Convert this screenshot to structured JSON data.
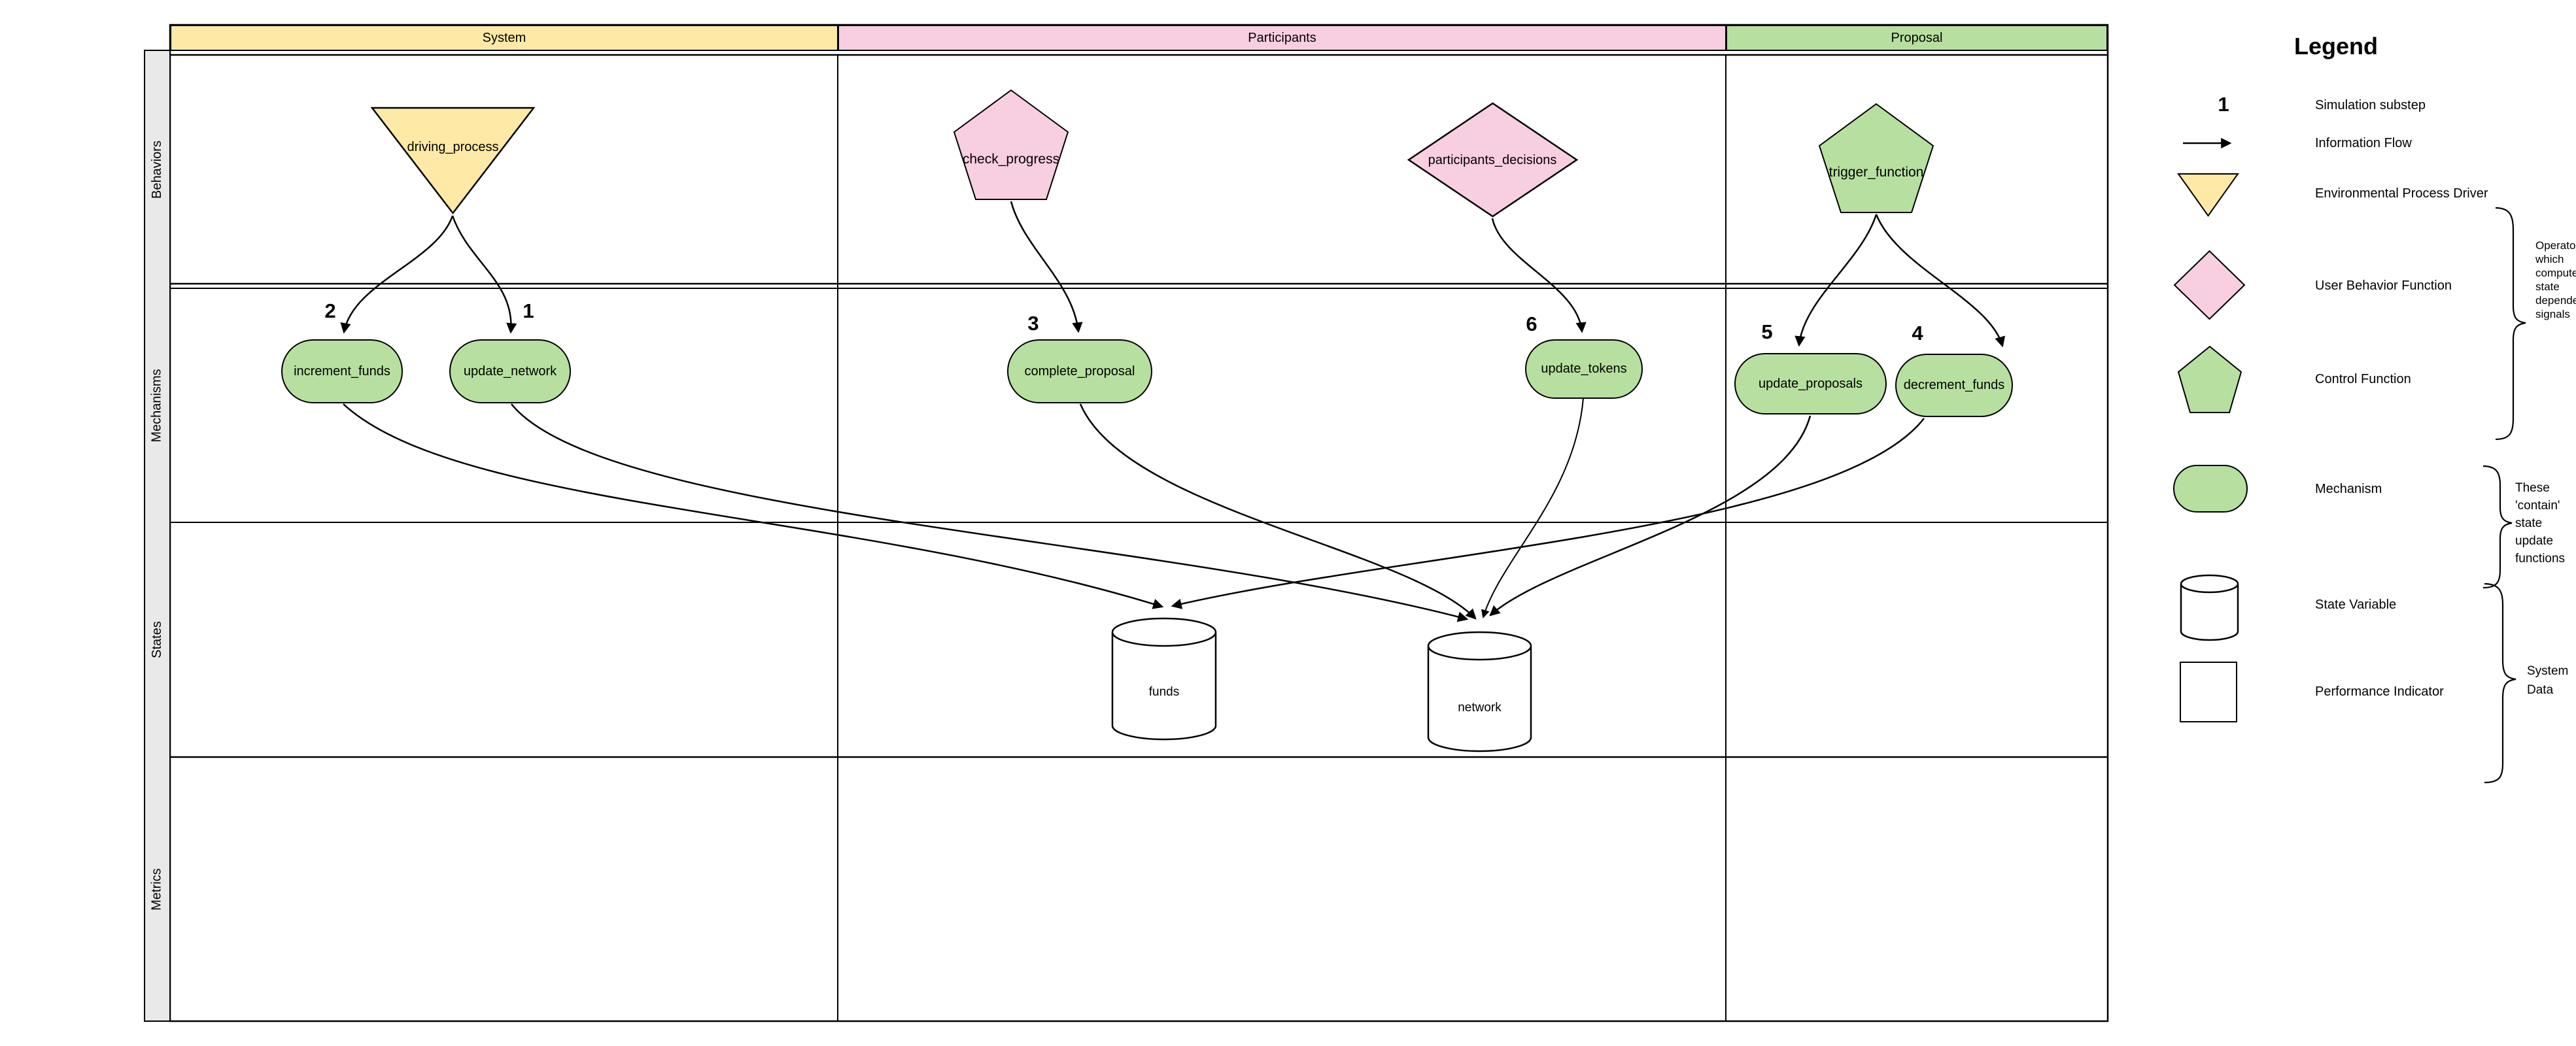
{
  "header": {
    "columns": [
      {
        "label": "System",
        "color": "#FFE9A7"
      },
      {
        "label": "Participants",
        "color": "#F8CEE1"
      },
      {
        "label": "Proposal",
        "color": "#B7E0A0"
      }
    ]
  },
  "rows": [
    {
      "label": "Behaviors"
    },
    {
      "label": "Mechanisms"
    },
    {
      "label": "States"
    },
    {
      "label": "Metrics"
    }
  ],
  "nodes": {
    "behaviors": [
      {
        "label": "driving_process",
        "shape": "triangle-down",
        "column": "System",
        "color": "#FFE9A7"
      },
      {
        "label": "check_progress",
        "shape": "pentagon",
        "column": "Participants",
        "color": "#F8CEE1"
      },
      {
        "label": "participants_decisions",
        "shape": "diamond",
        "column": "Participants",
        "color": "#F8CEE1"
      },
      {
        "label": "trigger_function",
        "shape": "pentagon",
        "column": "Proposal",
        "color": "#B7E0A0"
      }
    ],
    "mechanisms": [
      {
        "label": "increment_funds",
        "substep": "2"
      },
      {
        "label": "update_network",
        "substep": "1"
      },
      {
        "label": "complete_proposal",
        "substep": "3"
      },
      {
        "label": "update_tokens",
        "substep": "6"
      },
      {
        "label": "update_proposals",
        "substep": "5"
      },
      {
        "label": "decrement_funds",
        "substep": "4"
      }
    ],
    "states": [
      {
        "label": "funds"
      },
      {
        "label": "network"
      }
    ]
  },
  "edges": [
    {
      "from": "driving_process",
      "to": "increment_funds"
    },
    {
      "from": "driving_process",
      "to": "update_network"
    },
    {
      "from": "check_progress",
      "to": "complete_proposal"
    },
    {
      "from": "participants_decisions",
      "to": "update_tokens"
    },
    {
      "from": "trigger_function",
      "to": "update_proposals"
    },
    {
      "from": "trigger_function",
      "to": "decrement_funds"
    },
    {
      "from": "increment_funds",
      "to": "funds"
    },
    {
      "from": "decrement_funds",
      "to": "funds"
    },
    {
      "from": "update_network",
      "to": "network"
    },
    {
      "from": "complete_proposal",
      "to": "network"
    },
    {
      "from": "update_tokens",
      "to": "network"
    },
    {
      "from": "update_proposals",
      "to": "network"
    }
  ],
  "legend": {
    "title": "Legend",
    "items": [
      {
        "icon": "substep-number",
        "symbol": "1",
        "label": "Simulation substep"
      },
      {
        "icon": "arrow",
        "label": "Information Flow"
      },
      {
        "icon": "triangle-down",
        "label": "Environmental Process Driver"
      },
      {
        "icon": "diamond",
        "label": "User Behavior Function"
      },
      {
        "icon": "pentagon",
        "label": "Control Function"
      },
      {
        "icon": "stadium",
        "label": "Mechanism"
      },
      {
        "icon": "cylinder",
        "label": "State Variable"
      },
      {
        "icon": "square",
        "label": "Performance Indicator"
      }
    ],
    "annotations": [
      {
        "text": "Operators\nwhich\ncompute\nstate\ndependent\nsignals"
      },
      {
        "text": "These\n'contain'\nstate\nupdate\nfunctions"
      },
      {
        "text": "System\nData"
      }
    ]
  },
  "colors": {
    "yellow": "#FFE9A7",
    "pink": "#F8CEE1",
    "green": "#B7E0A0",
    "gray": "#E9E9E9",
    "line": "#000000"
  }
}
